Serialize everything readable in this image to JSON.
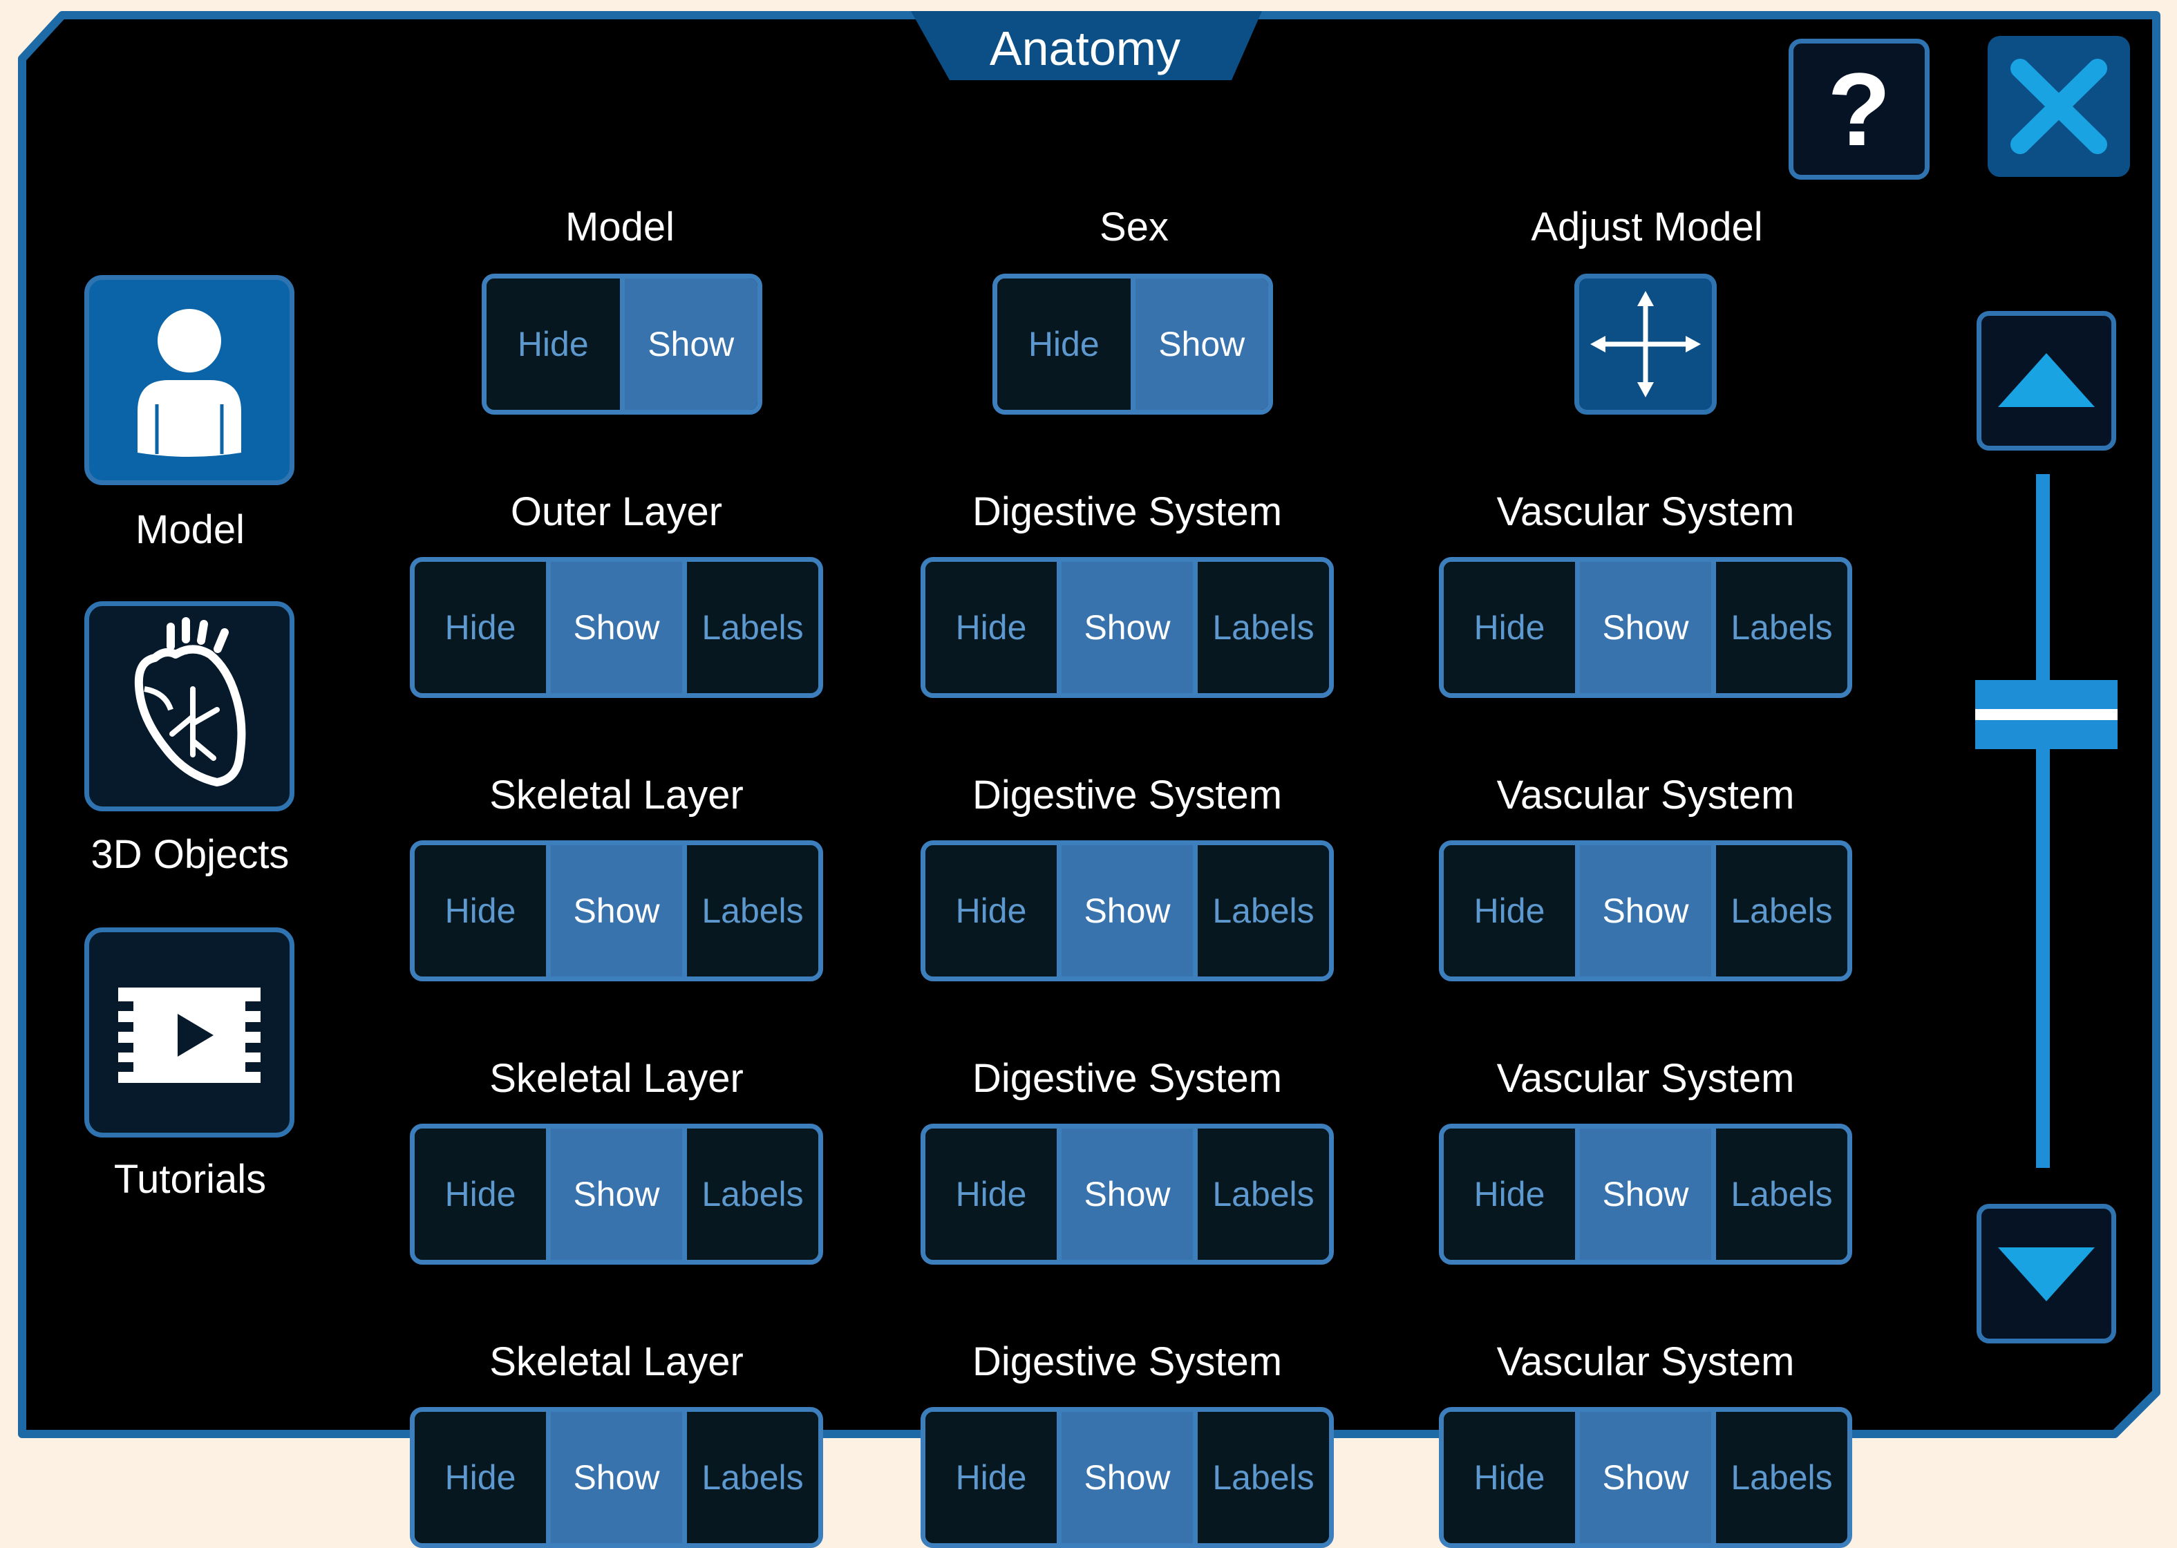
{
  "window": {
    "title": "Anatomy"
  },
  "toolbar": {
    "help_label": "?"
  },
  "colors": {
    "accent": "#0b64a8",
    "border": "#3d7fbd",
    "selected": "#3873ad",
    "panel": "#000000",
    "page": "#fdf1e4"
  },
  "nav": [
    {
      "label": "Model",
      "icon": "person-icon",
      "active": true
    },
    {
      "label": "3D Objects",
      "icon": "heart-icon",
      "active": false
    },
    {
      "label": "Tutorials",
      "icon": "video-icon",
      "active": false
    }
  ],
  "top_groups": [
    {
      "title": "Model",
      "options": [
        "Hide",
        "Show"
      ],
      "selected": "Show"
    },
    {
      "title": "Sex",
      "options": [
        "Hide",
        "Show"
      ],
      "selected": "Show"
    },
    {
      "title": "Adjust Model",
      "icon": "move-arrows-icon"
    }
  ],
  "rows": [
    [
      {
        "title": "Outer Layer",
        "options": [
          "Hide",
          "Show",
          "Labels"
        ],
        "selected": "Show"
      },
      {
        "title": "Digestive System",
        "options": [
          "Hide",
          "Show",
          "Labels"
        ],
        "selected": "Show"
      },
      {
        "title": "Vascular System",
        "options": [
          "Hide",
          "Show",
          "Labels"
        ],
        "selected": "Show"
      }
    ],
    [
      {
        "title": "Skeletal Layer",
        "options": [
          "Hide",
          "Show",
          "Labels"
        ],
        "selected": "Show"
      },
      {
        "title": "Digestive System",
        "options": [
          "Hide",
          "Show",
          "Labels"
        ],
        "selected": "Show"
      },
      {
        "title": "Vascular System",
        "options": [
          "Hide",
          "Show",
          "Labels"
        ],
        "selected": "Show"
      }
    ],
    [
      {
        "title": "Skeletal Layer",
        "options": [
          "Hide",
          "Show",
          "Labels"
        ],
        "selected": "Show"
      },
      {
        "title": "Digestive System",
        "options": [
          "Hide",
          "Show",
          "Labels"
        ],
        "selected": "Show"
      },
      {
        "title": "Vascular System",
        "options": [
          "Hide",
          "Show",
          "Labels"
        ],
        "selected": "Show"
      }
    ],
    [
      {
        "title": "Skeletal Layer",
        "options": [
          "Hide",
          "Show",
          "Labels"
        ],
        "selected": "Show"
      },
      {
        "title": "Digestive System",
        "options": [
          "Hide",
          "Show",
          "Labels"
        ],
        "selected": "Show"
      },
      {
        "title": "Vascular System",
        "options": [
          "Hide",
          "Show",
          "Labels"
        ],
        "selected": "Show"
      }
    ]
  ],
  "scrollbar": {
    "position": 0.33,
    "icons": [
      "arrow-up-icon",
      "arrow-down-icon"
    ]
  }
}
